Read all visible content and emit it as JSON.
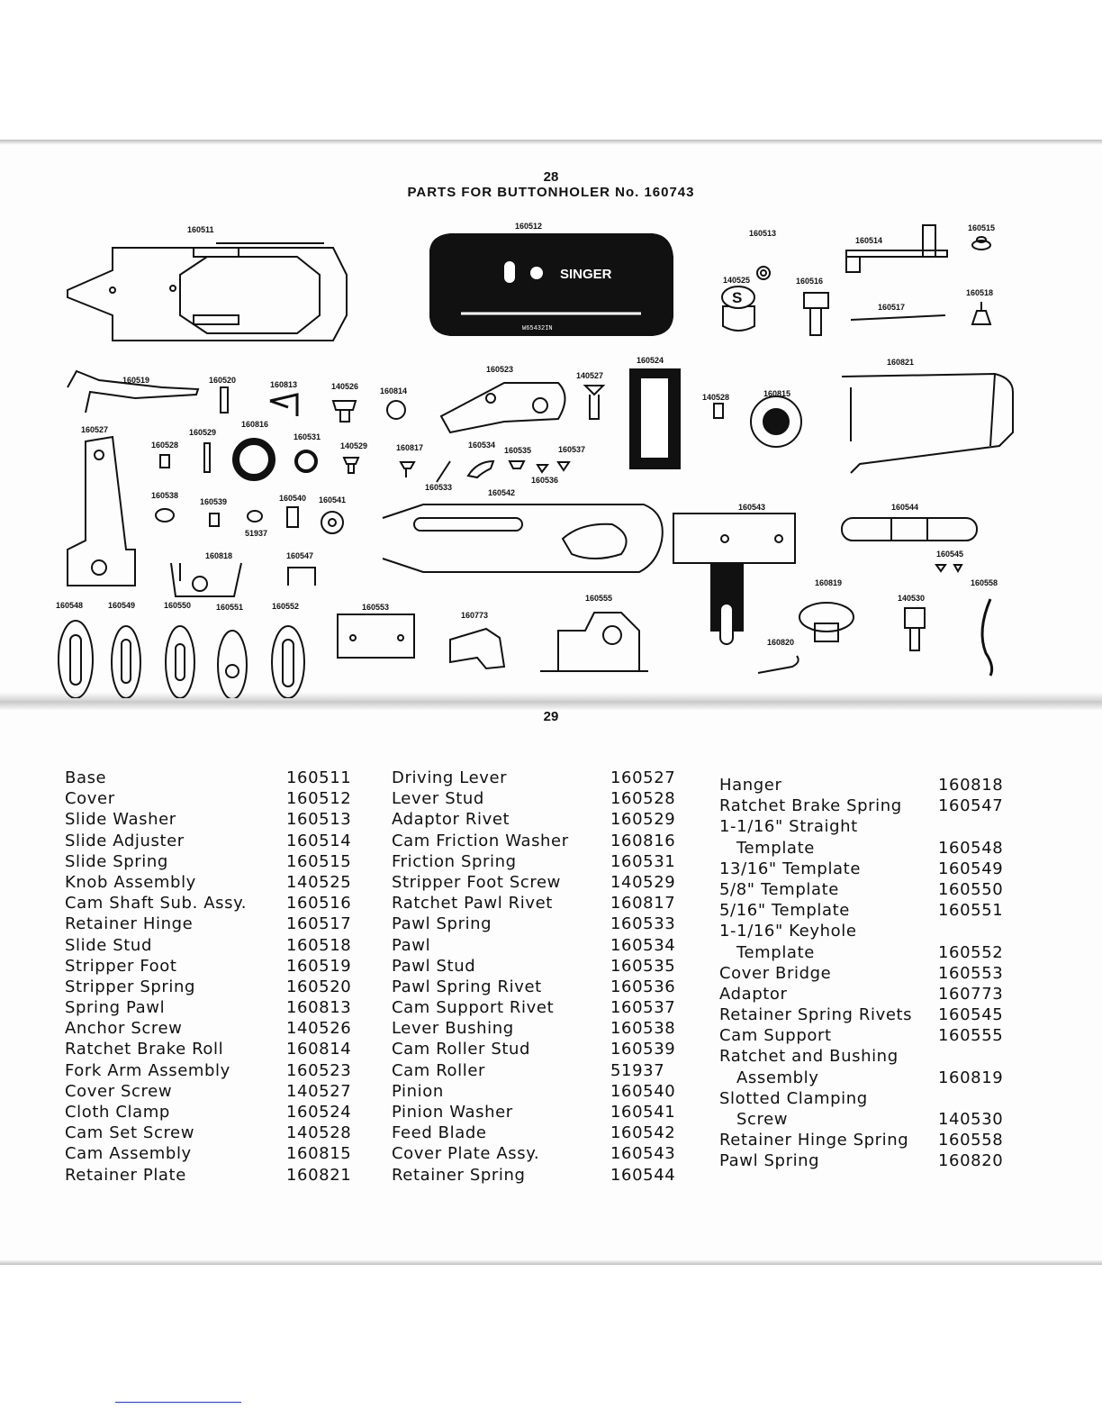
{
  "page_top": "28",
  "title": "PARTS FOR BUTTONHOLER No. 160743",
  "page_bottom": "29",
  "cover_brand": "SINGER",
  "cover_code": "W65432IN",
  "knob_letter": "S",
  "diagram_labels": [
    "160511",
    "160512",
    "160513",
    "160514",
    "160515",
    "140525",
    "160516",
    "160517",
    "160518",
    "160519",
    "160520",
    "160813",
    "140526",
    "160814",
    "160523",
    "140527",
    "160524",
    "140528",
    "160815",
    "160821",
    "160527",
    "160528",
    "160529",
    "160816",
    "160531",
    "140529",
    "160817",
    "160534",
    "160535",
    "160537",
    "160536",
    "160533",
    "160542",
    "160538",
    "160539",
    "51937",
    "160540",
    "160541",
    "160818",
    "160547",
    "160543",
    "160544",
    "160545",
    "160819",
    "160558",
    "160548",
    "160549",
    "160550",
    "160551",
    "160552",
    "160553",
    "160773",
    "160555",
    "140530",
    "160820"
  ],
  "columns": [
    [
      {
        "name": "Base",
        "no": "160511"
      },
      {
        "name": "Cover",
        "no": "160512"
      },
      {
        "name": "Slide Washer",
        "no": "160513"
      },
      {
        "name": "Slide Adjuster",
        "no": "160514"
      },
      {
        "name": "Slide Spring",
        "no": "160515"
      },
      {
        "name": "Knob Assembly",
        "no": "140525"
      },
      {
        "name": "Cam Shaft Sub. Assy.",
        "no": "160516"
      },
      {
        "name": "Retainer Hinge",
        "no": "160517"
      },
      {
        "name": "Slide Stud",
        "no": "160518"
      },
      {
        "name": "Stripper Foot",
        "no": "160519"
      },
      {
        "name": "Stripper Spring",
        "no": "160520"
      },
      {
        "name": "Spring Pawl",
        "no": "160813"
      },
      {
        "name": "Anchor Screw",
        "no": "140526"
      },
      {
        "name": "Ratchet Brake Roll",
        "no": "160814"
      },
      {
        "name": "Fork Arm Assembly",
        "no": "160523"
      },
      {
        "name": "Cover Screw",
        "no": "140527"
      },
      {
        "name": "Cloth Clamp",
        "no": "160524"
      },
      {
        "name": "Cam Set Screw",
        "no": "140528"
      },
      {
        "name": "Cam Assembly",
        "no": "160815"
      },
      {
        "name": "Retainer Plate",
        "no": "160821"
      }
    ],
    [
      {
        "name": "Driving Lever",
        "no": "160527"
      },
      {
        "name": "Lever Stud",
        "no": "160528"
      },
      {
        "name": "Adaptor Rivet",
        "no": "160529"
      },
      {
        "name": "Cam Friction Washer",
        "no": "160816"
      },
      {
        "name": "Friction Spring",
        "no": "160531"
      },
      {
        "name": "Stripper Foot Screw",
        "no": "140529"
      },
      {
        "name": "Ratchet Pawl Rivet",
        "no": "160817"
      },
      {
        "name": "Pawl Spring",
        "no": "160533"
      },
      {
        "name": "Pawl",
        "no": "160534"
      },
      {
        "name": "Pawl Stud",
        "no": "160535"
      },
      {
        "name": "Pawl Spring Rivet",
        "no": "160536"
      },
      {
        "name": "Cam Support Rivet",
        "no": "160537"
      },
      {
        "name": "Lever Bushing",
        "no": "160538"
      },
      {
        "name": "Cam Roller Stud",
        "no": "160539"
      },
      {
        "name": "Cam Roller",
        "no": "51937"
      },
      {
        "name": "Pinion",
        "no": "160540"
      },
      {
        "name": "Pinion Washer",
        "no": "160541"
      },
      {
        "name": "Feed Blade",
        "no": "160542"
      },
      {
        "name": "Cover Plate Assy.",
        "no": "160543"
      },
      {
        "name": "Retainer Spring",
        "no": "160544"
      }
    ],
    [
      {
        "name": "Hanger",
        "no": "160818"
      },
      {
        "name": "Ratchet Brake Spring",
        "no": "160547"
      },
      {
        "name": "1-1/16\" Straight",
        "no": ""
      },
      {
        "name": "   Template",
        "no": "160548"
      },
      {
        "name": "13/16\" Template",
        "no": "160549"
      },
      {
        "name": "5/8\" Template",
        "no": "160550"
      },
      {
        "name": "5/16\" Template",
        "no": "160551"
      },
      {
        "name": "1-1/16\" Keyhole",
        "no": ""
      },
      {
        "name": "   Template",
        "no": "160552"
      },
      {
        "name": "Cover Bridge",
        "no": "160553"
      },
      {
        "name": "Adaptor",
        "no": "160773"
      },
      {
        "name": "Retainer Spring Rivets",
        "no": "160545"
      },
      {
        "name": "Cam Support",
        "no": "160555"
      },
      {
        "name": "Ratchet and Bushing",
        "no": ""
      },
      {
        "name": "   Assembly",
        "no": "160819"
      },
      {
        "name": "Slotted Clamping",
        "no": ""
      },
      {
        "name": "   Screw",
        "no": "140530"
      },
      {
        "name": "Retainer Hinge Spring",
        "no": "160558"
      },
      {
        "name": "Pawl Spring",
        "no": "160820"
      }
    ]
  ]
}
